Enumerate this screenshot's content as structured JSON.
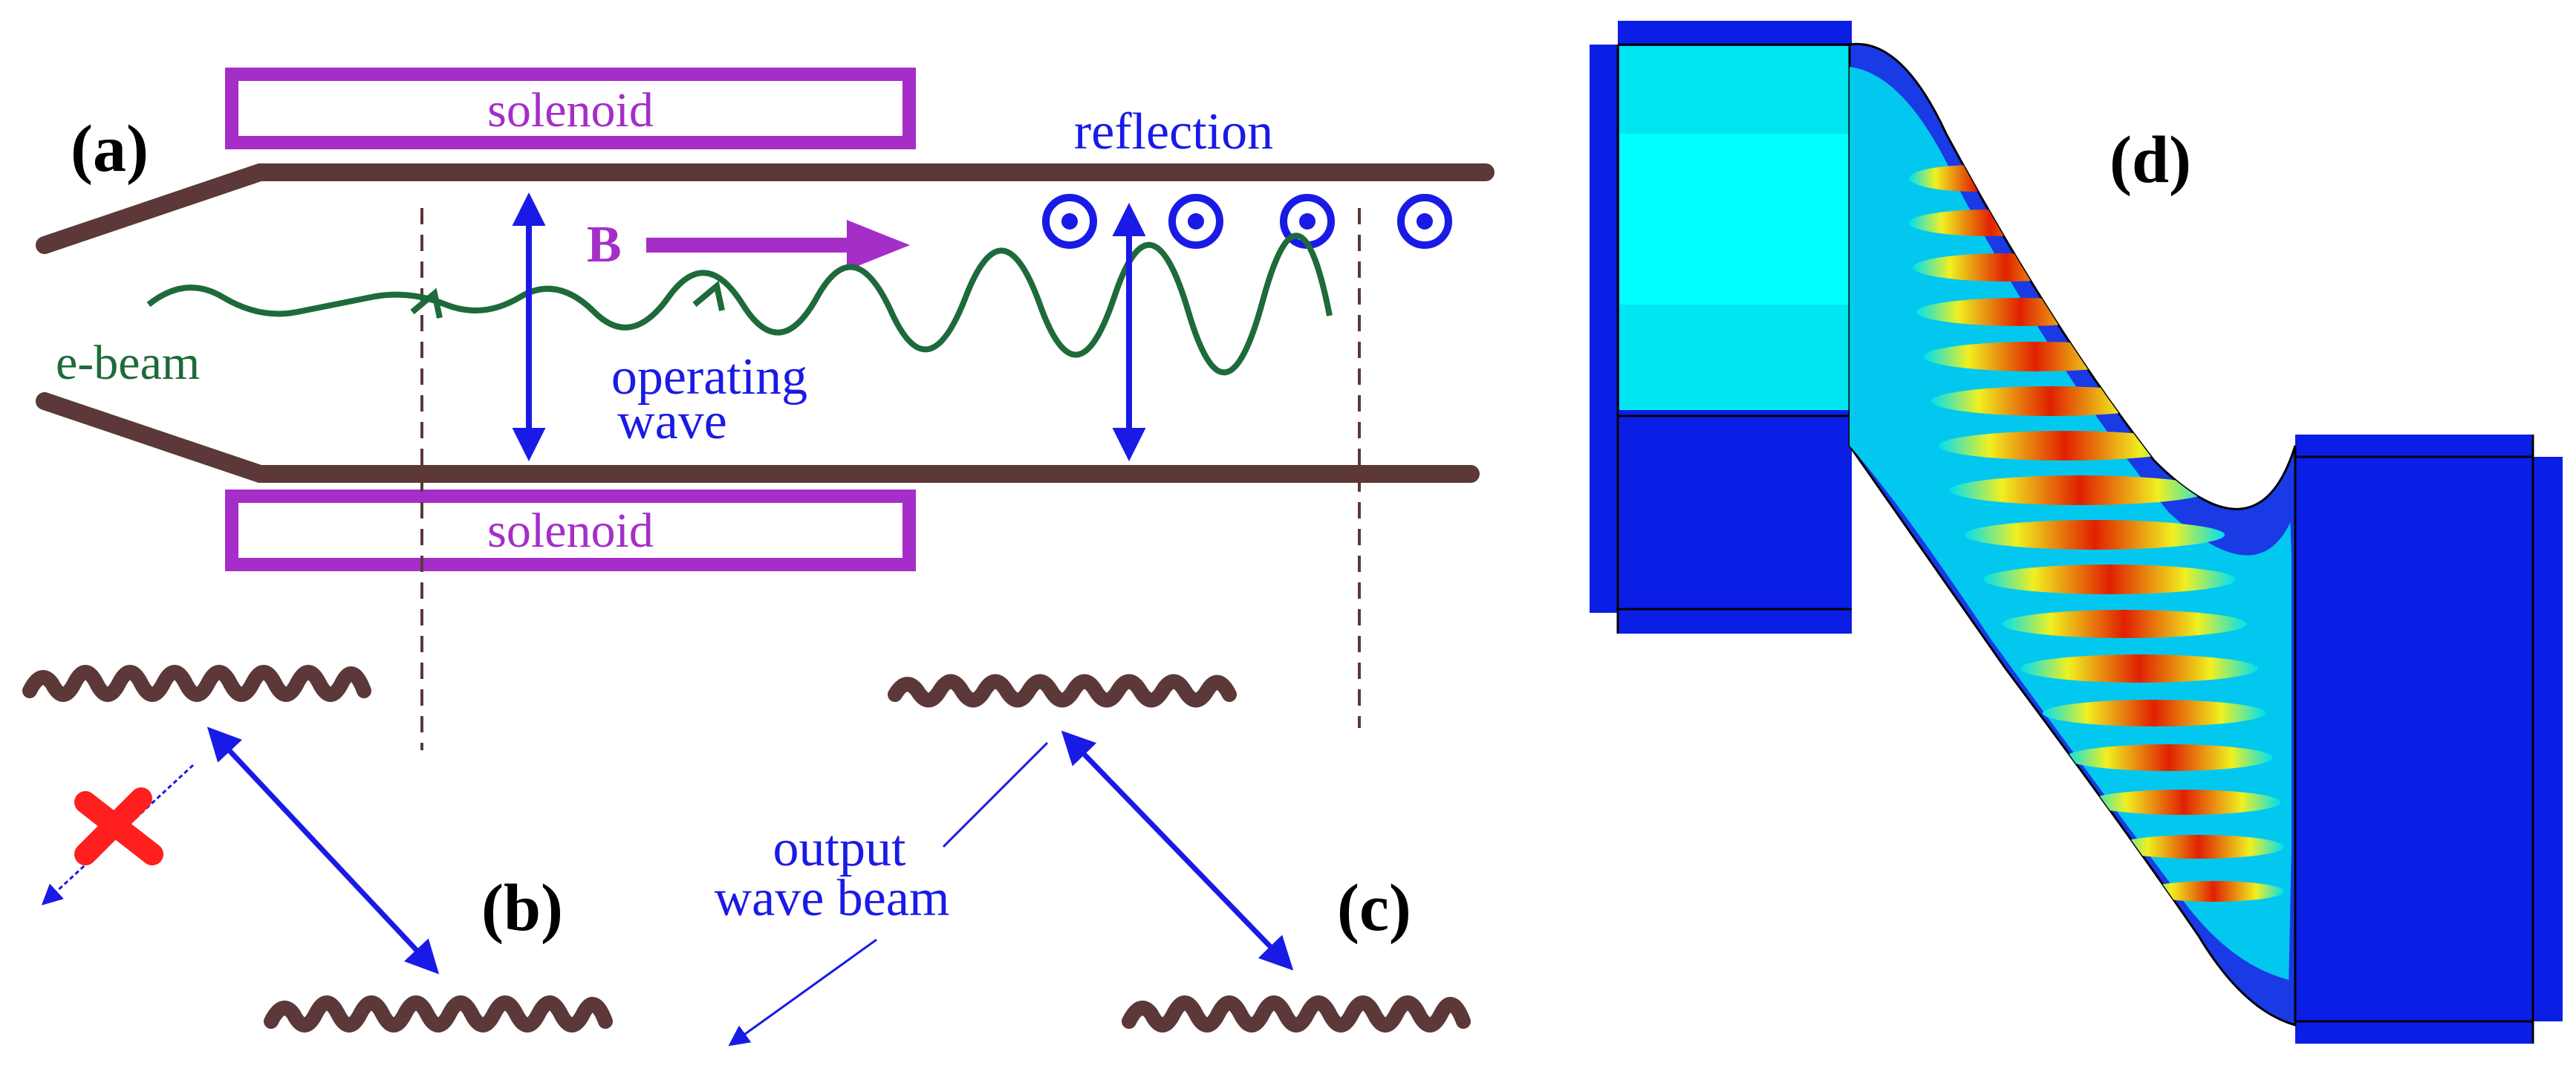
{
  "panel_a": {
    "label": "(a)",
    "solenoid_top": "solenoid",
    "solenoid_bottom": "solenoid",
    "field_label": "B",
    "reflection_label": "reflection",
    "ebeam_label": "e-beam",
    "operating_wave_line1": "operating",
    "operating_wave_line2": "wave"
  },
  "panel_b": {
    "label": "(b)"
  },
  "panel_c": {
    "label": "(c)"
  },
  "panel_d": {
    "label": "(d)"
  },
  "output": {
    "line1": "output",
    "line2": "wave beam"
  },
  "colors": {
    "wall": "#5c3838",
    "solenoid": "#a52ec8",
    "arrow": "#1a1ae6",
    "ebeam": "#1e6a3a",
    "reject": "#ff1f1f",
    "field_dark": "#0a1ee6",
    "field_cyan": "#00f0f0",
    "field_hot": "#e02000"
  },
  "icons": {
    "field_out_of_page": "dot-in-circle-icon",
    "reject_mark": "x-cross-icon"
  }
}
